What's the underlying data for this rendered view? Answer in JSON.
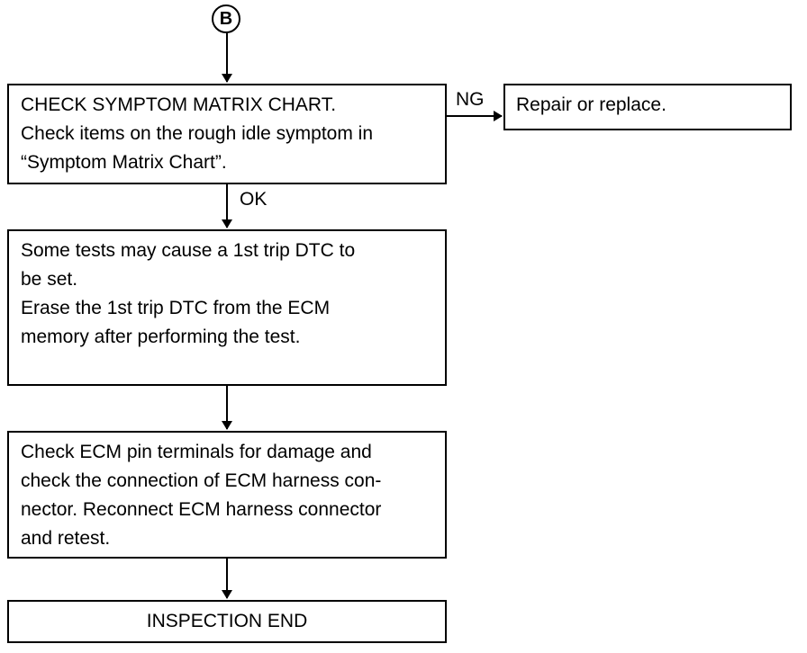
{
  "connector": {
    "label": "B"
  },
  "steps": {
    "check_symptom": "CHECK SYMPTOM MATRIX CHART.\nCheck items on the rough idle symptom in\n“Symptom Matrix Chart”.",
    "repair": "Repair or replace.",
    "dtc_note": "Some tests may cause a 1st trip DTC to\nbe set.\nErase the 1st trip DTC from the ECM\nmemory after performing the test.",
    "check_ecm": "Check ECM pin terminals for damage and\ncheck the connection of ECM harness con-\nnector. Reconnect ECM harness connector\nand retest.",
    "inspection_end": "INSPECTION END"
  },
  "branches": {
    "ng": "NG",
    "ok": "OK"
  }
}
